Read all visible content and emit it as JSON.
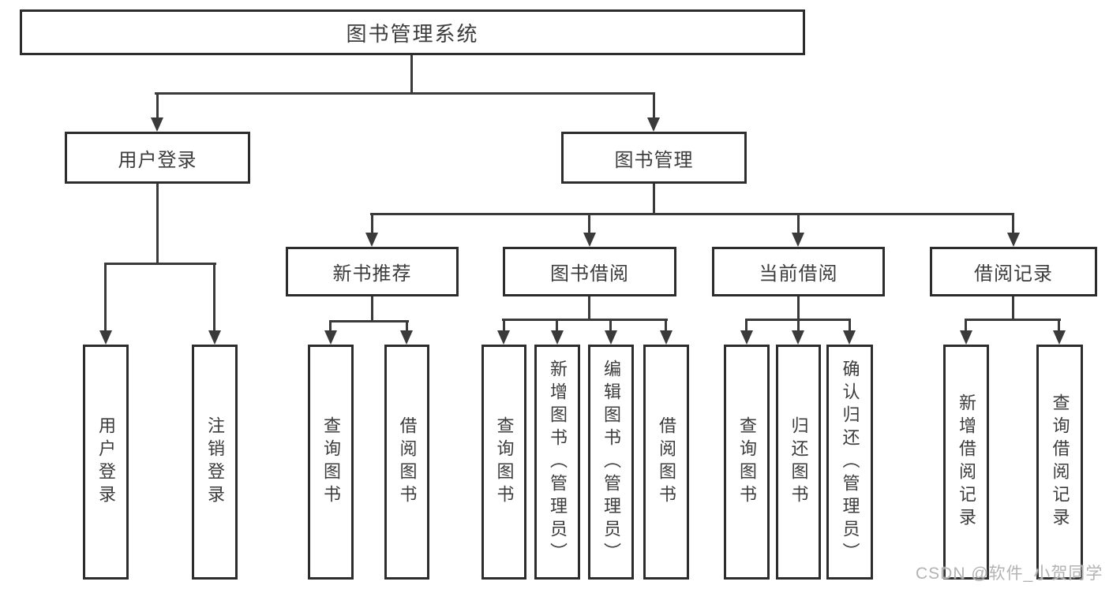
{
  "diagram_title": "图书管理系统",
  "tree": {
    "root": {
      "label": "图书管理系统",
      "children": [
        {
          "label": "用户登录",
          "children": [
            {
              "label": "用户登录"
            },
            {
              "label": "注销登录"
            }
          ]
        },
        {
          "label": "图书管理",
          "children": [
            {
              "label": "新书推荐",
              "children": [
                {
                  "label": "查询图书"
                },
                {
                  "label": "借阅图书"
                }
              ]
            },
            {
              "label": "图书借阅",
              "children": [
                {
                  "label": "查询图书"
                },
                {
                  "label": "新增图书（管理员）"
                },
                {
                  "label": "编辑图书（管理员）"
                },
                {
                  "label": "借阅图书"
                }
              ]
            },
            {
              "label": "当前借阅",
              "children": [
                {
                  "label": "查询图书"
                },
                {
                  "label": "归还图书"
                },
                {
                  "label": "确认归还（管理员）"
                }
              ]
            },
            {
              "label": "借阅记录",
              "children": [
                {
                  "label": "新增借阅记录"
                },
                {
                  "label": "查询借阅记录"
                }
              ]
            }
          ]
        }
      ]
    }
  },
  "watermark": "CSDN @软件_小贺同学",
  "colors": {
    "line": "#3a3a3a",
    "box_border": "#2d2d2d",
    "text": "#3c3c3c",
    "watermark": "#b3b3b3",
    "background": "#ffffff"
  }
}
